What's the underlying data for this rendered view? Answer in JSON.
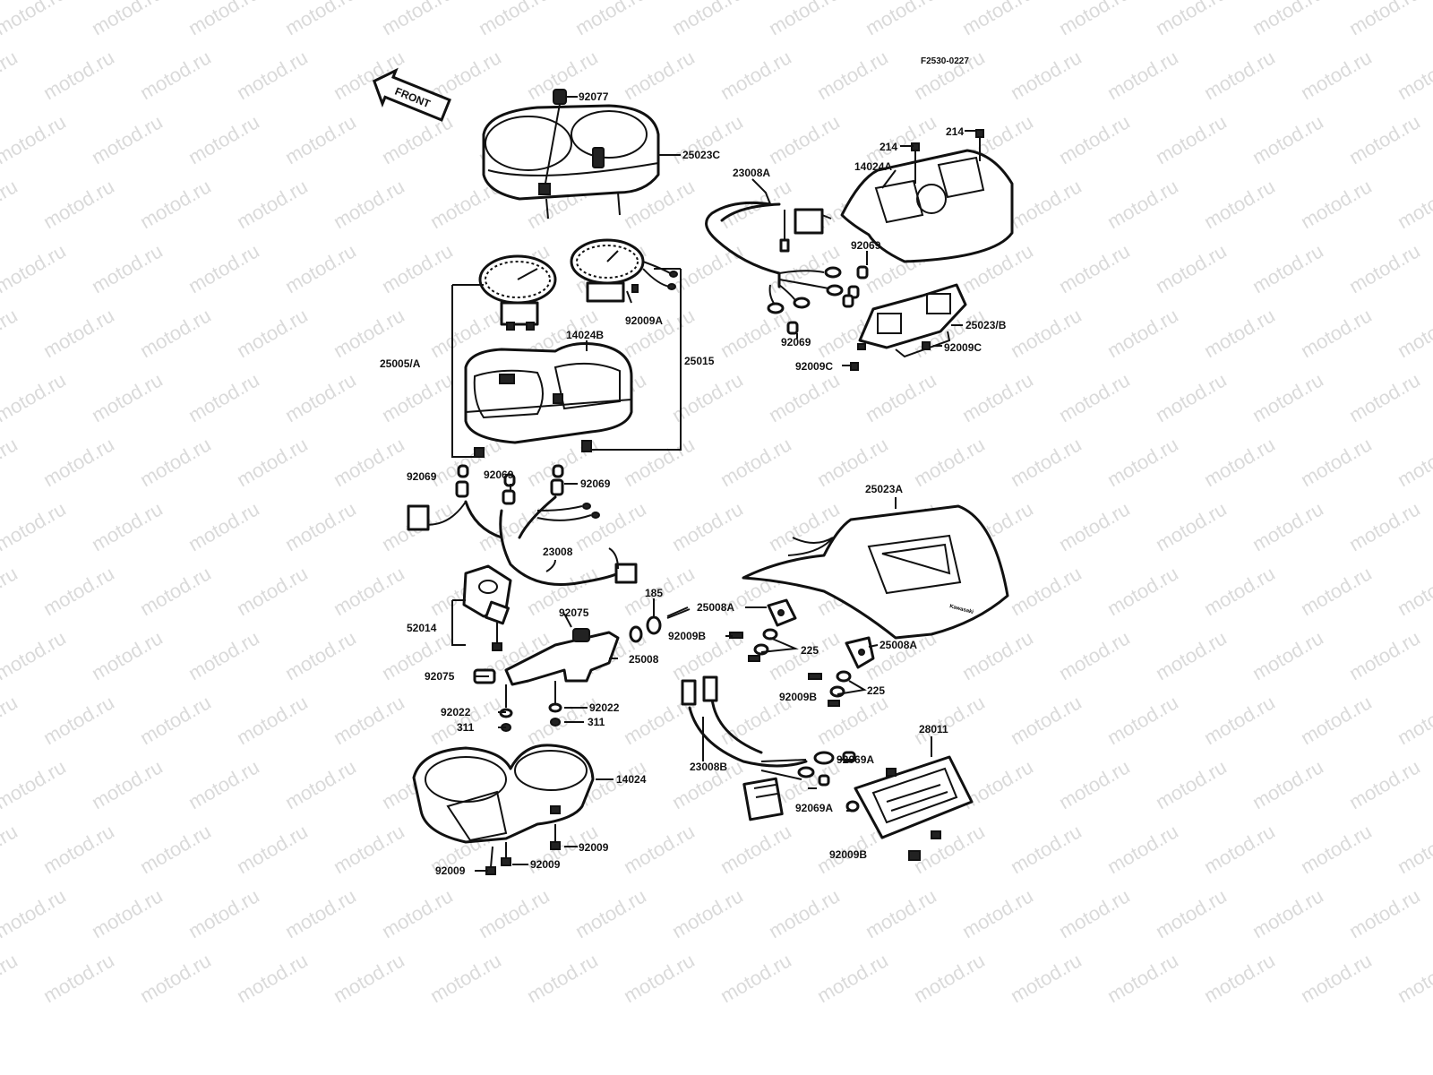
{
  "diagram": {
    "code": "F2530-0227",
    "front_label": "FRONT",
    "watermark": "motod.ru",
    "labels": {
      "p92077": "92077",
      "p25023C": "25023C",
      "p23008A": "23008A",
      "p14024A": "14024A",
      "p214a": "214",
      "p214b": "214",
      "p92069_top": "92069",
      "p92009A": "92009A",
      "p25015": "25015",
      "p14024B": "14024B",
      "p25005A": "25005/A",
      "p92069_mid": "92069",
      "p25023B": "25023/B",
      "p92009C_a": "92009C",
      "p92009C_b": "92009C",
      "p92069_l1": "92069",
      "p92069_l2": "92069",
      "p92069_l3": "92069",
      "p23008": "23008",
      "p25023A": "25023A",
      "p52014": "52014",
      "p92075_a": "92075",
      "p185": "185",
      "p25008A_a": "25008A",
      "p92009B_a": "92009B",
      "p225_a": "225",
      "p25008A_b": "25008A",
      "p25008": "25008",
      "p92075_b": "92075",
      "p92009B_b": "92009B",
      "p225_b": "225",
      "p92022_a": "92022",
      "p92022_b": "92022",
      "p311_a": "311",
      "p311_b": "311",
      "p28011": "28011",
      "p92069A_a": "92069A",
      "p23008B": "23008B",
      "p92069A_b": "92069A",
      "p14024": "14024",
      "p92009B_c": "92009B",
      "p92009_a": "92009",
      "p92009_b": "92009",
      "p92009_c": "92009"
    }
  }
}
